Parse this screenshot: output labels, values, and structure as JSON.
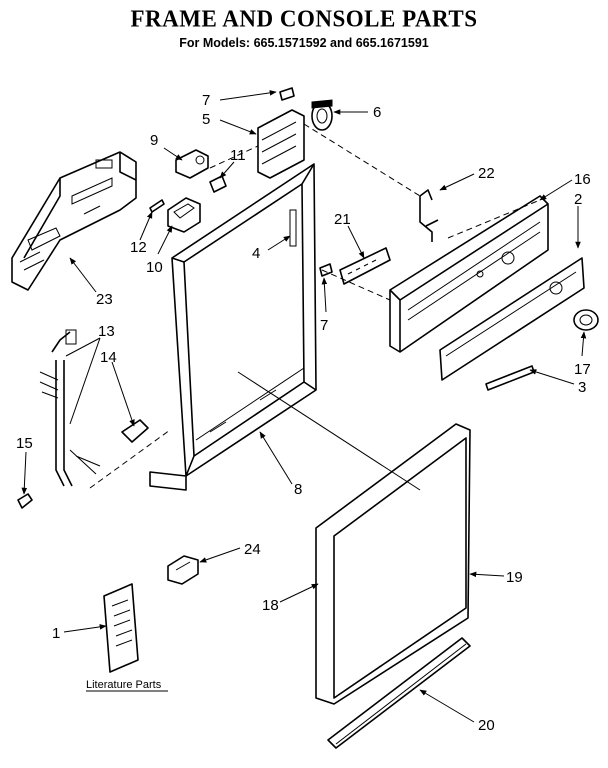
{
  "header": {
    "title": "FRAME AND CONSOLE PARTS",
    "subtitle": "For Models: 665.1571592 and 665.1671591"
  },
  "callouts": {
    "c1": "1",
    "c2": "2",
    "c3": "3",
    "c4": "4",
    "c5": "5",
    "c6": "6",
    "c7a": "7",
    "c7b": "7",
    "c8": "8",
    "c9": "9",
    "c10": "10",
    "c11": "11",
    "c12": "12",
    "c13": "13",
    "c14": "14",
    "c15": "15",
    "c16": "16",
    "c17": "17",
    "c18": "18",
    "c19": "19",
    "c20": "20",
    "c21": "21",
    "c22": "22",
    "c23": "23",
    "c24": "24"
  },
  "literature": {
    "label": "Literature Parts"
  }
}
